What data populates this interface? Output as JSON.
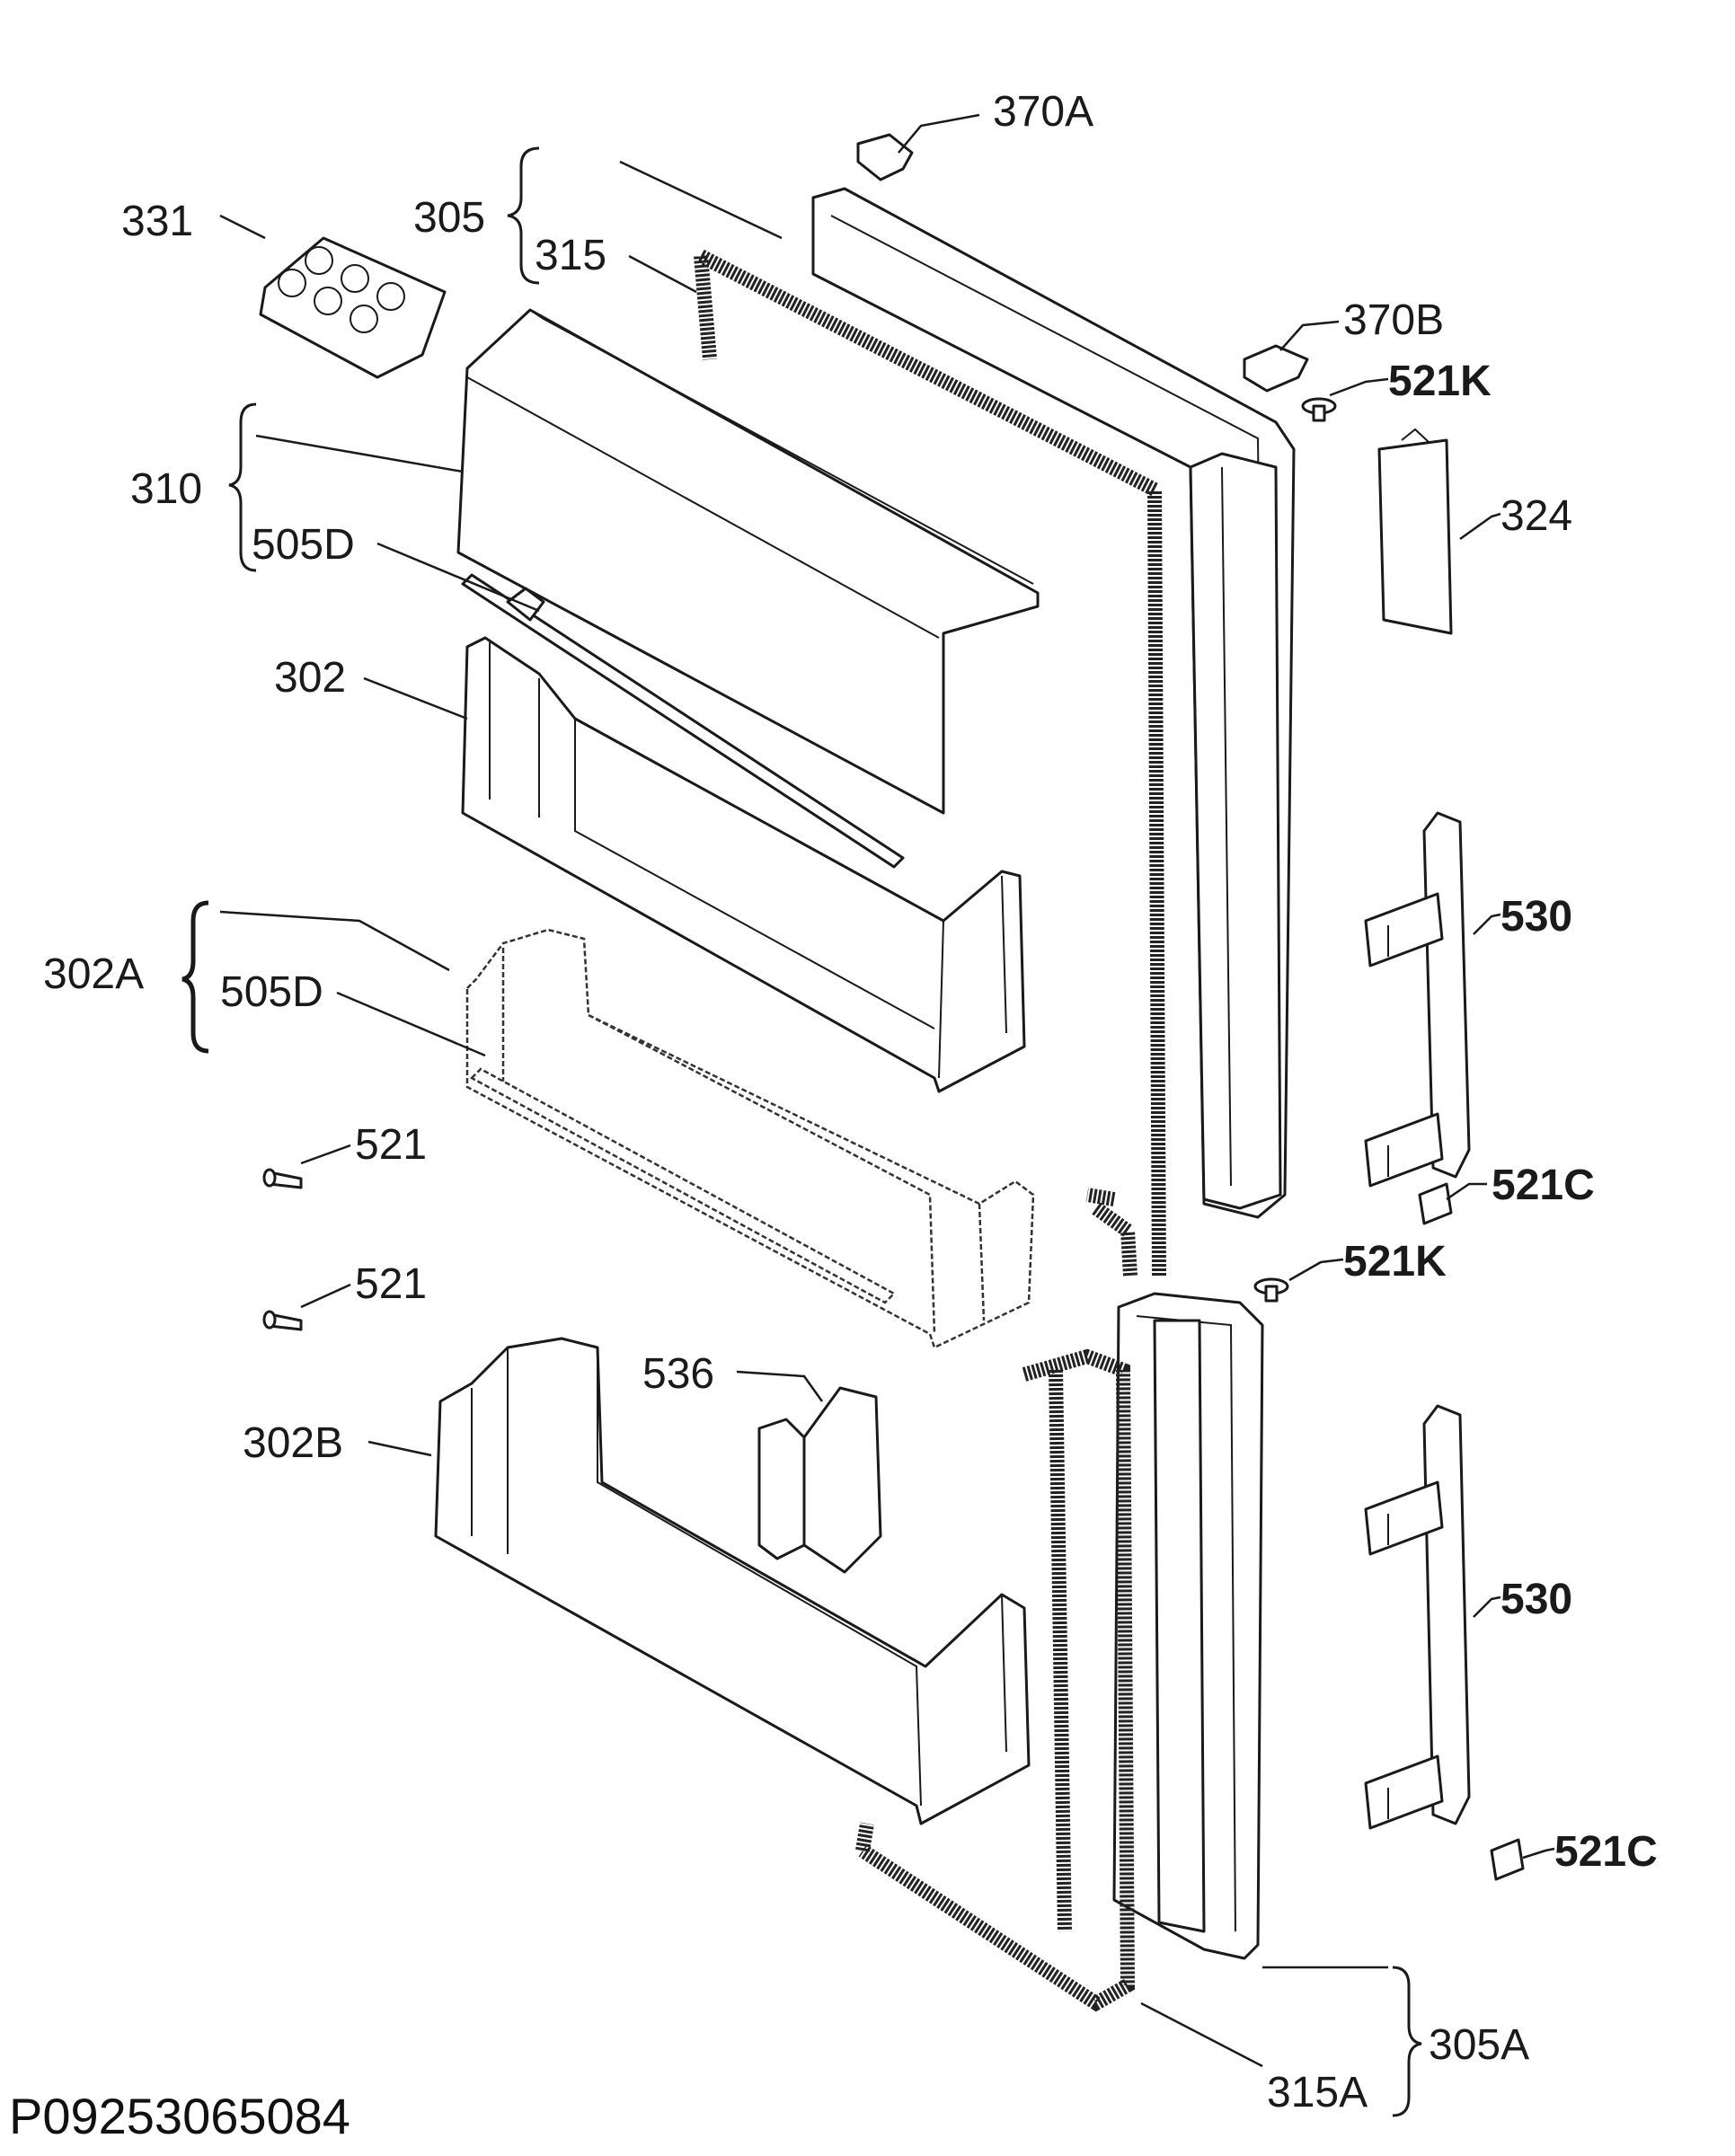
{
  "diagram_code": "P09253065084",
  "labels": {
    "p370a": "370A",
    "p305": "305",
    "p315": "315",
    "p331": "331",
    "p370b": "370B",
    "p521k_top": "521K",
    "p310": "310",
    "p505d_top": "505D",
    "p324": "324",
    "p302": "302",
    "p302a": "302A",
    "p505d_mid": "505D",
    "p530_top": "530",
    "p521_a": "521",
    "p521c_top": "521C",
    "p521k_mid": "521K",
    "p521_b": "521",
    "p536": "536",
    "p302b": "302B",
    "p530_bottom": "530",
    "p521c_bottom": "521C",
    "p305a": "305A",
    "p315a": "315A"
  }
}
